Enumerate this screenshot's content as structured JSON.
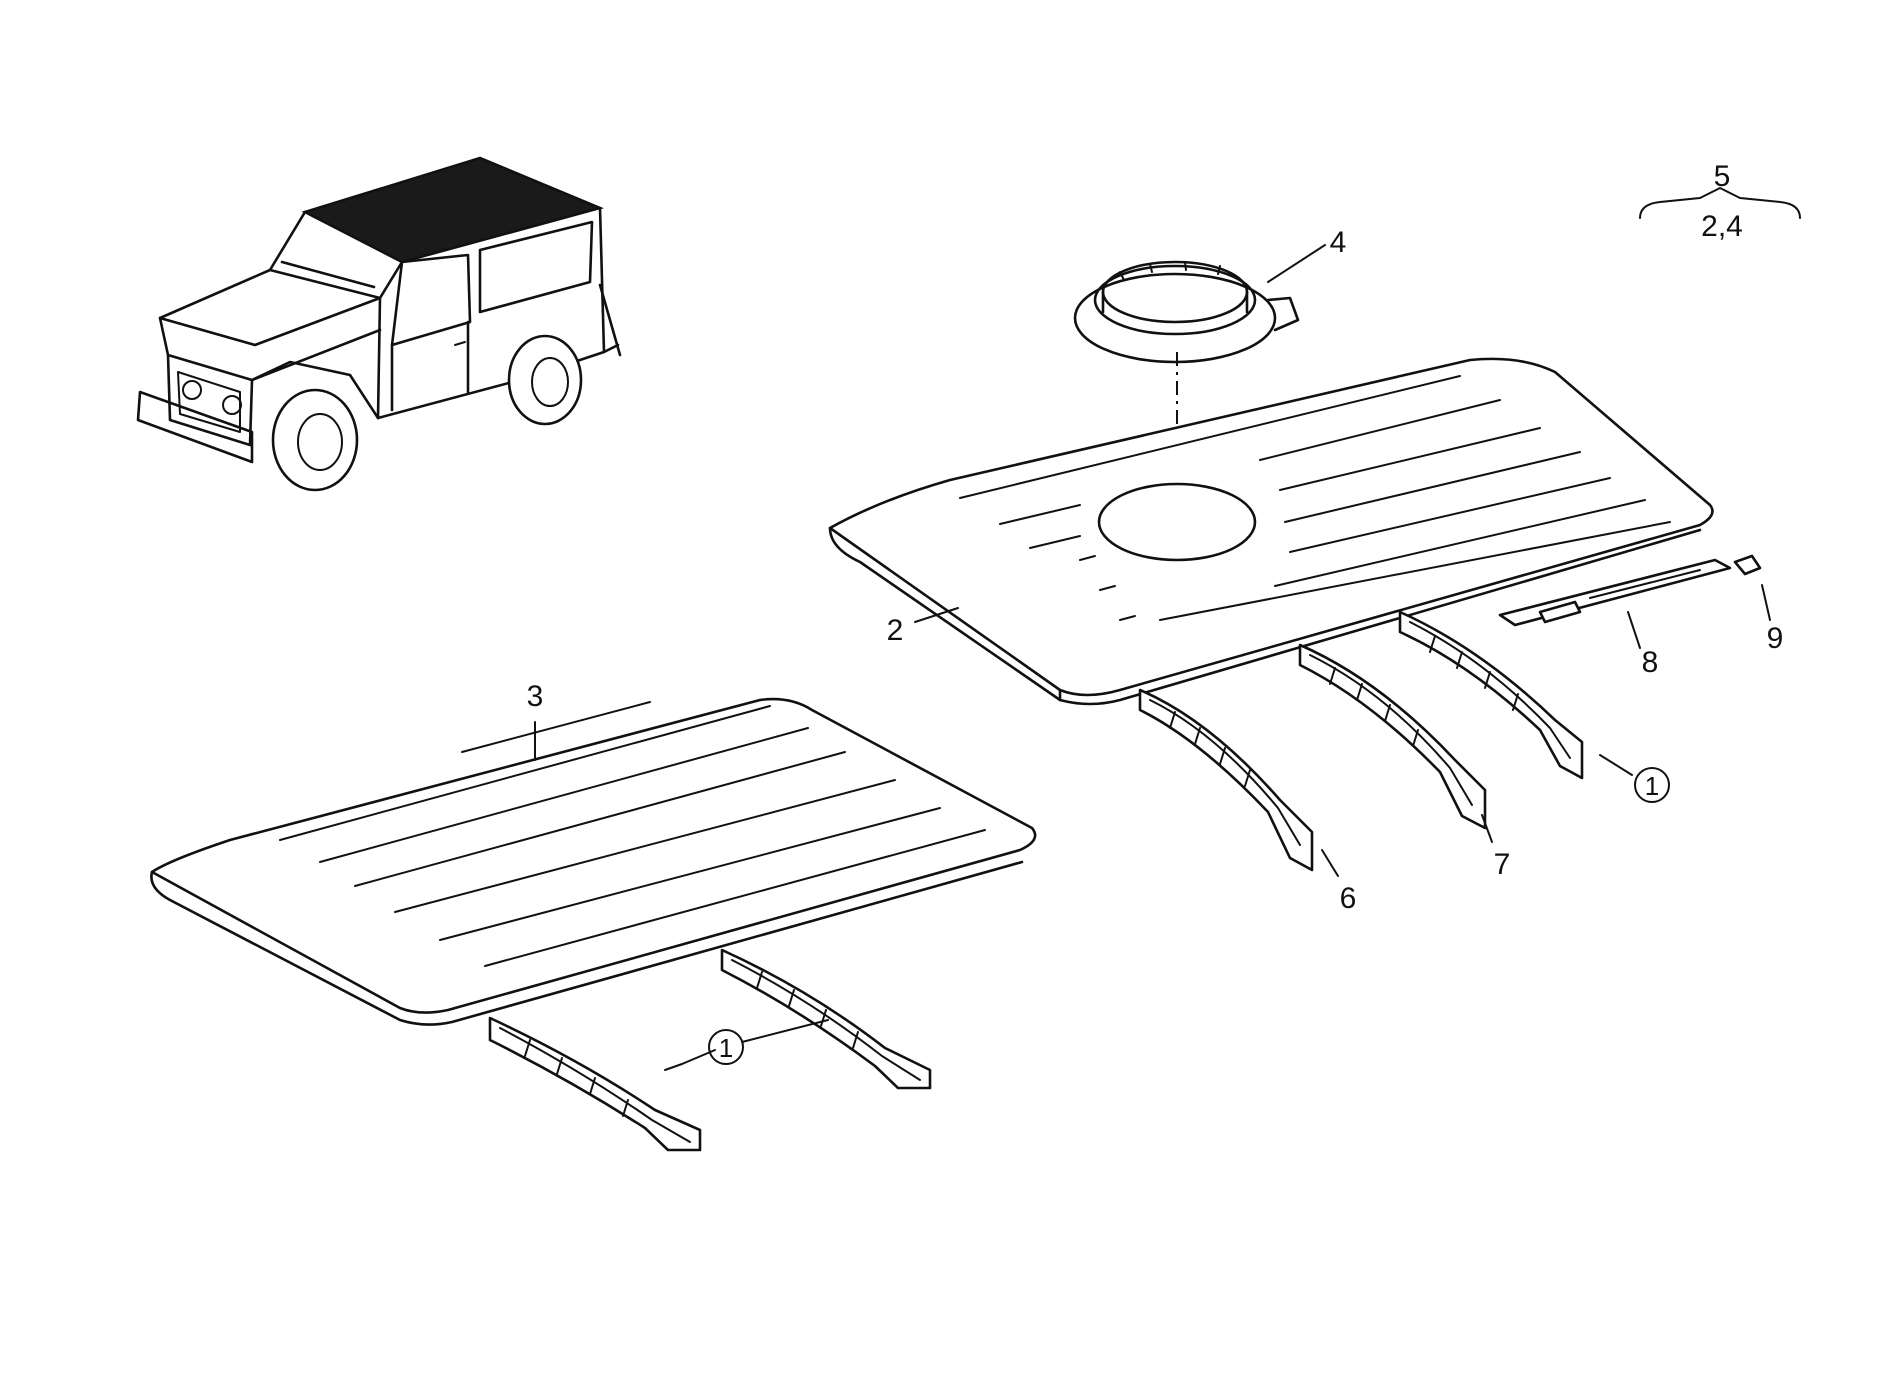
{
  "callouts": {
    "part_2": "2",
    "part_3": "3",
    "part_4": "4",
    "part_5": "5",
    "part_5_sub": "2,4",
    "part_6": "6",
    "part_7": "7",
    "part_8": "8",
    "part_9": "9",
    "part_1_circled_a": "1",
    "part_1_circled_b": "1"
  },
  "colors": {
    "line": "#111111",
    "background": "#ffffff",
    "vehicle_roof": "#1a1a1a"
  }
}
